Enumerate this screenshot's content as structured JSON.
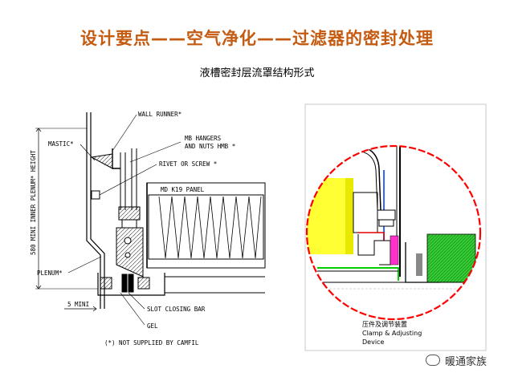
{
  "header": {
    "title": "设计要点——空气净化——过滤器的密封处理",
    "subtitle": "液槽密封层流罩结构形式"
  },
  "left_drawing": {
    "labels": {
      "wall_runner": "WALL RUNNER*",
      "mastic": "MASTIC*",
      "mb_hangers_1": "MB HANGERS",
      "mb_hangers_2": "AND NUTS HMB *",
      "rivet": "RIVET OR SCREW *",
      "panel": "MD K19 PANEL",
      "plenum_height": "580 MINI INNER PLENUM* HEIGHT",
      "plenum": "PLENUM*",
      "min_5": "5 MINI",
      "slot_bar": "SLOT CLOSING BAR",
      "gel": "GEL",
      "note": "(*) NOT SUPPLIED BY CAMFIL"
    }
  },
  "right_detail": {
    "caption_cn": "压件及调节装置",
    "caption_en_1": "Clamp & Adjusting",
    "caption_en_2": "Device"
  },
  "watermark": {
    "text": "暖通家族"
  }
}
